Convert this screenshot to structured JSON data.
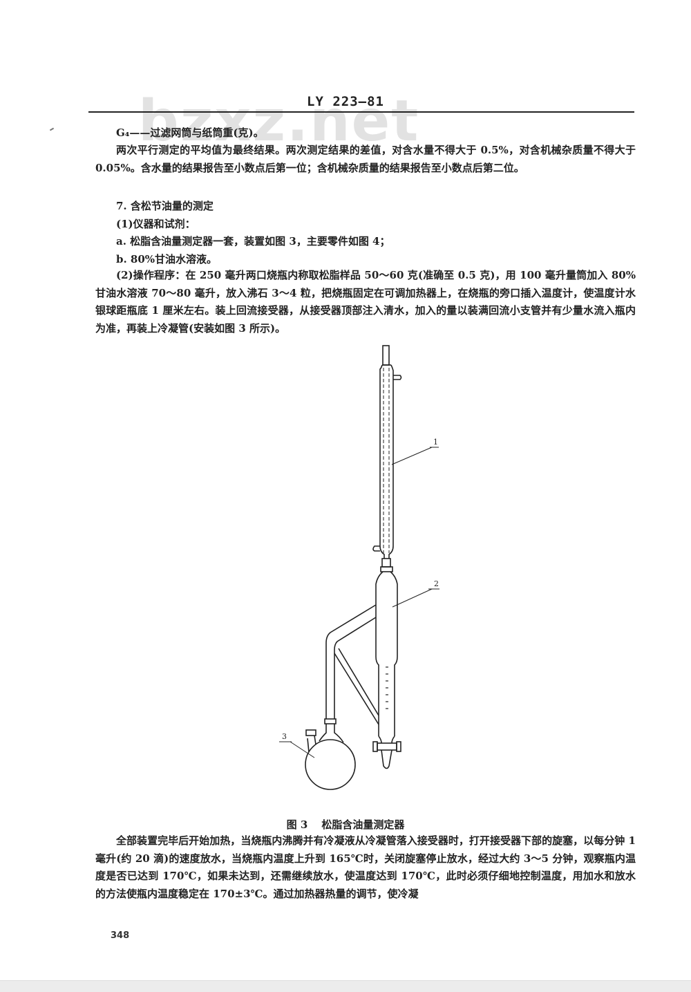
{
  "header": {
    "standard_code": "LY 223—81",
    "watermark": "bzxz.net"
  },
  "content": {
    "g4_definition": "G₄——过滤网筒与纸筒重(克)。",
    "result_paragraph": "两次平行测定的平均值为最终结果。两次测定结果的差值，对含水量不得大于 0.5%，对含机械杂质量不得大于 0.05%。含水量的结果报告至小数点后第一位；含机械杂质量的结果报告至小数点后第二位。",
    "section_title": "7. 含松节油量的测定",
    "subsection_1": "(1)仪器和试剂：",
    "item_a": "a. 松脂含油量测定器一套，装置如图 3，主要零件如图 4；",
    "item_b": "b. 80%甘油水溶液。",
    "procedure_paragraph": "(2)操作程序：在 250 毫升两口烧瓶内称取松脂样品 50～60 克(准确至 0.5 克)，用 100 毫升量筒加入 80%甘油水溶液 70～80 毫升，放入沸石 3～4 粒，把烧瓶固定在可调加热器上，在烧瓶的旁口插入温度计，使温度计水银球距瓶底 1 厘米左右。装上回流接受器，从接受器顶部注入清水，加入的量以装满回流小支管并有少量水流入瓶内为准，再装上冷凝管(安装如图 3 所示)。",
    "final_paragraph": "全部装置完毕后开始加热，当烧瓶内沸腾并有冷凝液从冷凝管落入接受器时，打开接受器下部的旋塞，以每分钟 1 毫升(约 20 滴)的速度放水，当烧瓶内温度上升到 165℃时，关闭旋塞停止放水，经过大约 3～5 分钟，观察瓶内温度是否已达到 170℃，如果未达到，还需继续放水，使温度达到 170℃，此时必须仔细地控制温度，用加水和放水的方法使瓶内温度稳定在 170±3℃。通过加热器热量的调节，使冷凝"
  },
  "figure": {
    "number": "图 3",
    "title": "松脂含油量测定器",
    "labels": {
      "part1": "1",
      "part2": "2",
      "part3": "3"
    },
    "parts": [
      "condenser",
      "reflux-receiver",
      "two-neck-flask"
    ]
  },
  "footer": {
    "page_number": "348"
  }
}
